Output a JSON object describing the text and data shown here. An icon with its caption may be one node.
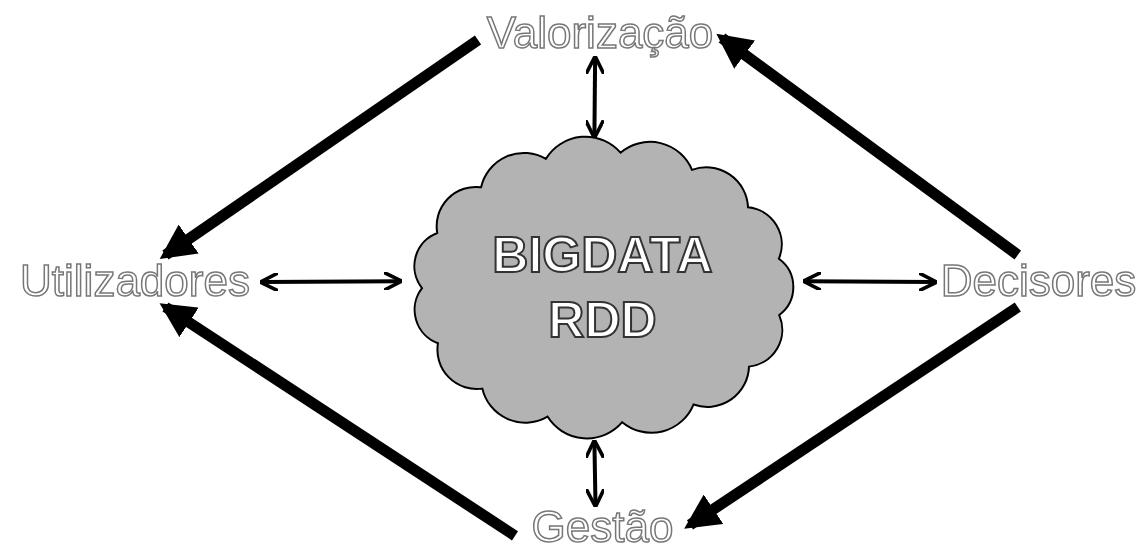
{
  "diagram": {
    "nodes": [
      {
        "text": [
          "Valorização"
        ]
      },
      {
        "text": [
          "Utilizadores"
        ]
      },
      {
        "text": [
          "BIGDATA RDD"
        ]
      },
      {
        "text": [
          "Decisores"
        ]
      },
      {
        "text": [
          "Gestão"
        ]
      }
    ],
    "edges": [
      {
        "from": 0,
        "to": 1,
        "arrow": "to",
        "style": "thick"
      },
      {
        "from": 3,
        "to": 0,
        "arrow": "to",
        "style": "thick"
      },
      {
        "from": 3,
        "to": 4,
        "arrow": "to",
        "style": "thick"
      },
      {
        "from": 4,
        "to": 1,
        "arrow": "to",
        "style": "thick"
      },
      {
        "from": 0,
        "to": 2,
        "arrow": "both"
      },
      {
        "from": 1,
        "to": 2,
        "arrow": "both"
      },
      {
        "from": 2,
        "to": 3,
        "arrow": "both"
      },
      {
        "from": 2,
        "to": 4,
        "arrow": "both"
      }
    ]
  }
}
